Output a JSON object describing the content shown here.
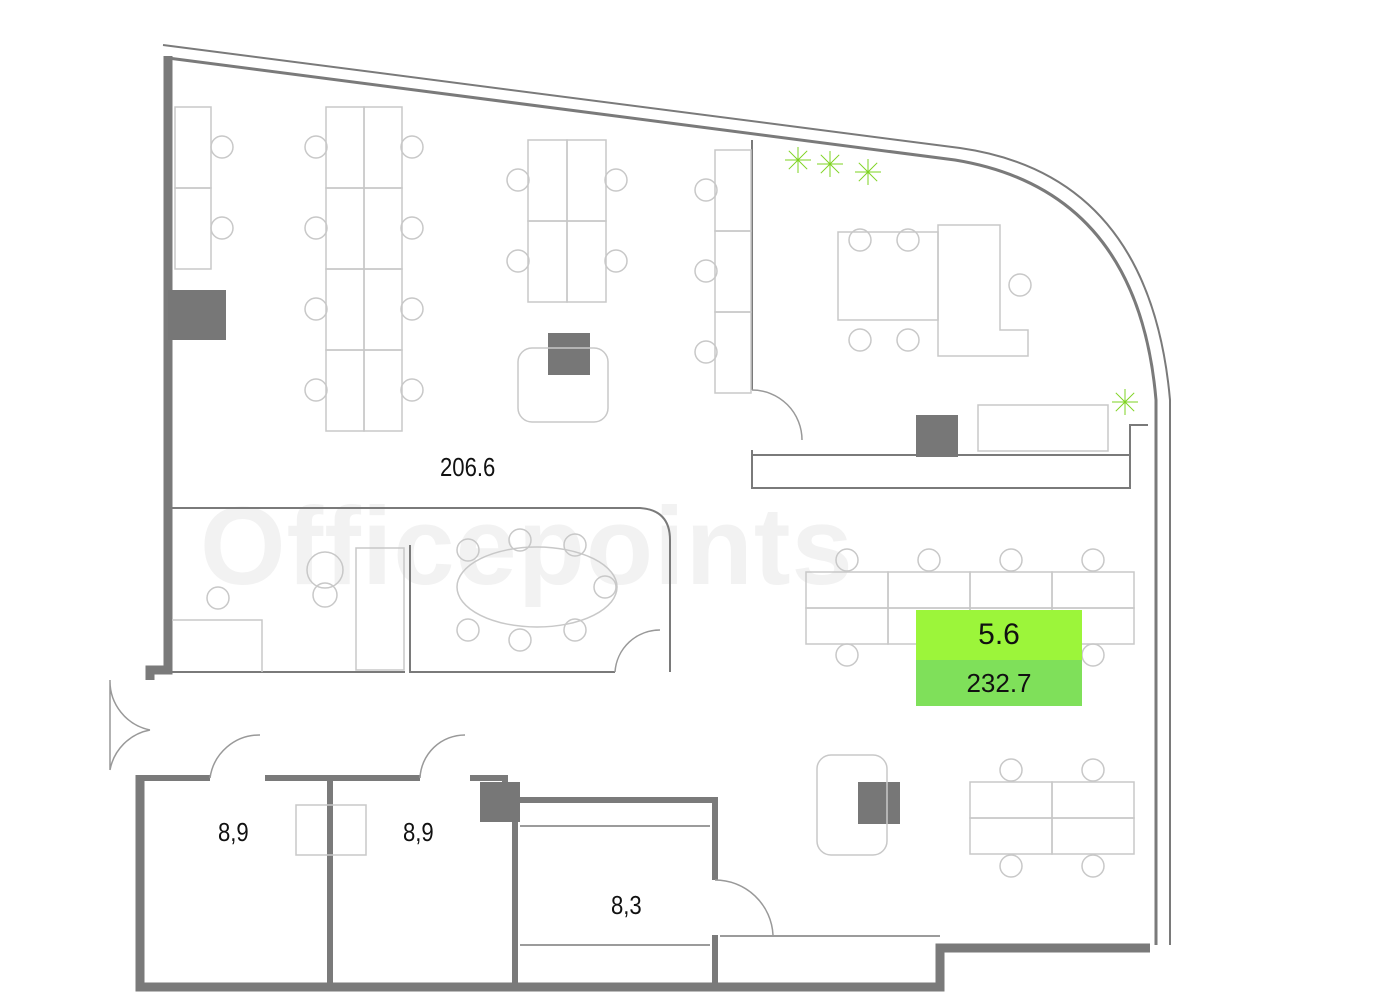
{
  "watermark": "Officepoints",
  "rooms": {
    "open_space": "206.6",
    "wc_left": "8,9",
    "wc_right": "8,9",
    "storage": "8,3"
  },
  "highlight": {
    "top_value": "5.6",
    "bottom_value": "232.7",
    "top_color": "#9cf53a",
    "bottom_color": "#7fe05a"
  },
  "colors": {
    "wall": "#7a7a7a",
    "furniture": "#c8c8c8",
    "plant": "#7ed321"
  }
}
